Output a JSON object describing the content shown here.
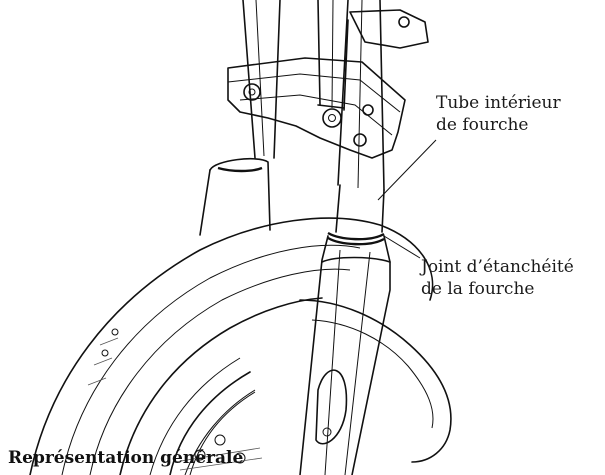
{
  "labels": {
    "inner_tube_line1": "Tube intérieur",
    "inner_tube_line2": "de fourche",
    "fork_seal_line1": "Joint d’étanchéité",
    "fork_seal_line2": "de la fourche"
  },
  "caption": "Représentation générale",
  "colors": {
    "line": "#111111",
    "background": "#ffffff"
  }
}
